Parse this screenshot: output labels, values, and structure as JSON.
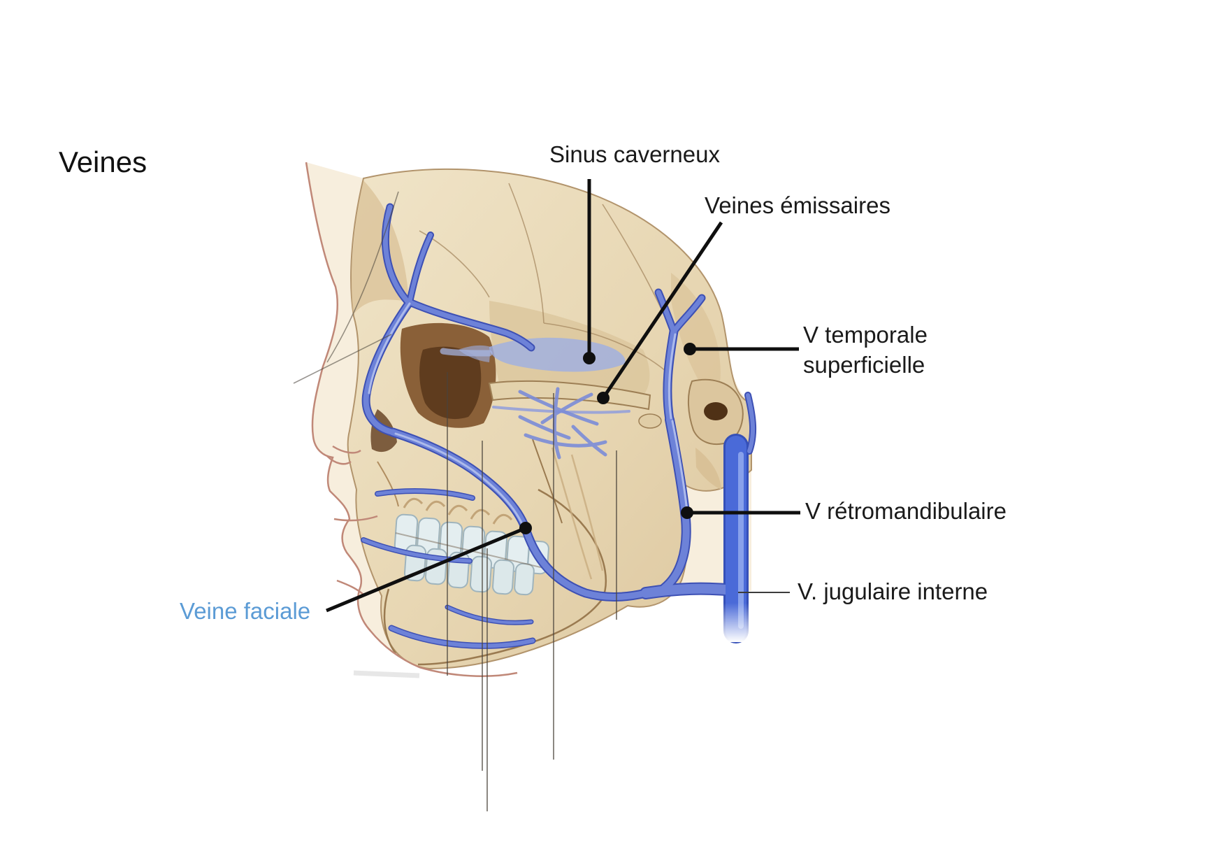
{
  "title": "Veines",
  "labels": {
    "sinus": {
      "text": "Sinus caverneux"
    },
    "emissary": {
      "text": "Veines émissaires"
    },
    "temporal": {
      "line1": "V temporale",
      "line2": "superficielle"
    },
    "retromandibular": {
      "text": "V rétromandibulaire"
    },
    "jugular": {
      "text": "V. jugulaire interne"
    },
    "facial": {
      "text": "Veine faciale"
    }
  },
  "colors": {
    "label_text": "#1a1a1a",
    "facial_label_blue": "#5b9bd5",
    "leader_line": "#0f0f0f",
    "vein_main_blue": "#4a5cc0",
    "vein_light_blue": "#9dafe4",
    "jugular_blue": "#4a6ad8",
    "bone_beige": "#e9dab8"
  }
}
